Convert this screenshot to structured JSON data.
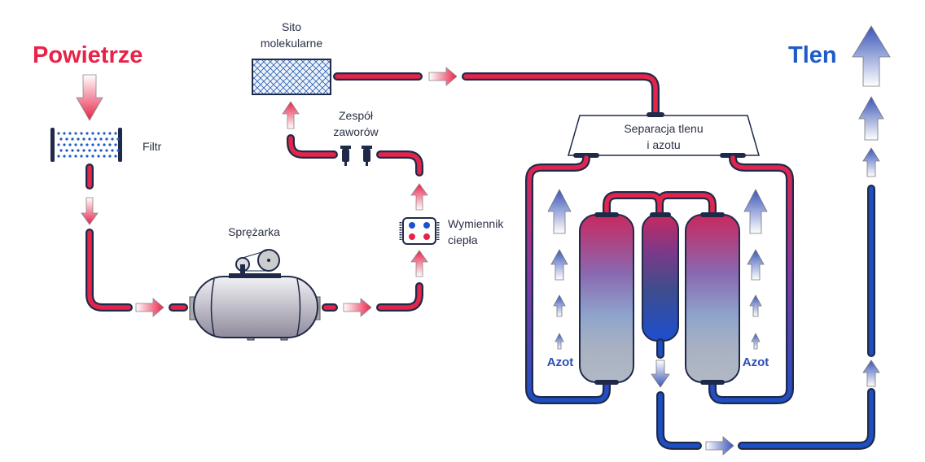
{
  "labels": {
    "air": "Powietrze",
    "filter": "Filtr",
    "compressor": "Sprężarka",
    "heat_exchanger_1": "Wymiennik",
    "heat_exchanger_2": "ciepła",
    "valves_1": "Zespół",
    "valves_2": "zaworów",
    "sieve_1": "Sito",
    "sieve_2": "molekularne",
    "separation_1": "Separacja tlenu",
    "separation_2": "i azotu",
    "nitrogen_left": "Azot",
    "nitrogen_right": "Azot",
    "oxygen": "Tlen"
  },
  "colors": {
    "air": "#e8234a",
    "oxygen": "#1d5cc7",
    "pipe_hot": "#e3244b",
    "pipe_cold": "#1d4fc4",
    "outline": "#1f2a4a"
  }
}
